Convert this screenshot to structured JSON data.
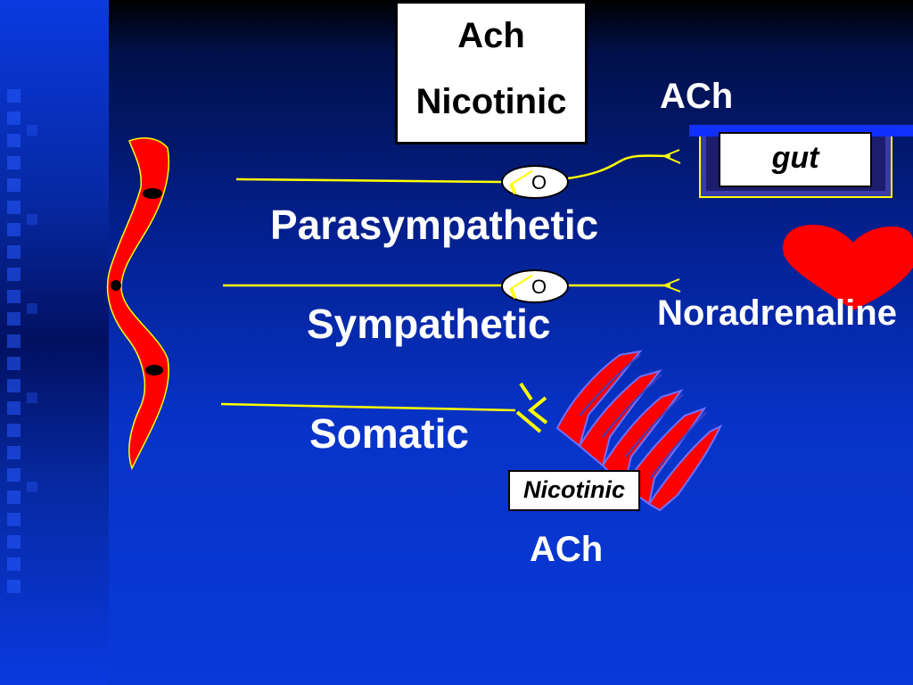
{
  "receptor_box": {
    "line1": "Ach",
    "line2": "Nicotinic"
  },
  "ganglion_symbol": "O",
  "labels": {
    "parasympathetic": "Parasympathetic",
    "sympathetic": "Sympathetic",
    "somatic": "Somatic"
  },
  "transmitters": {
    "gut_ach": "ACh",
    "heart_noradrenaline": "Noradrenaline",
    "muscle_ach": "ACh"
  },
  "targets": {
    "gut": "gut",
    "muscle_receptor": "Nicotinic"
  },
  "colors": {
    "neuron_red": "#ff0000",
    "nerve_yellow": "#ffff00",
    "text_white": "#ffffff",
    "gut_purple": "#3a3aa8"
  }
}
